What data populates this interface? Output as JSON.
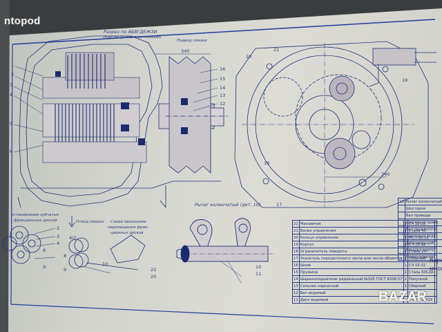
{
  "watermark": "ntopod",
  "logo": "BAZAR",
  "labels": {
    "section_title": "Разрез по АБВГДЕЖЗИ",
    "section_sub": "(картер условно не показан)",
    "oil_supply": "Подвод смазки",
    "dim_340_top": "340",
    "dim_340_right": "340",
    "lever_title": "Рычаг коленчатый (дет. 10)",
    "oil_drain": "Отвод смазки",
    "gear_title_1": "установления зубчатых",
    "gear_title_2": "фрикционных дисков",
    "mech_title_1": "Схема механизма",
    "mech_title_2": "перемещения фрик-",
    "mech_title_3": "ционных дисков",
    "right_side_1": "Вари",
    "right_side_2": "много"
  },
  "callouts": {
    "left": [
      "1",
      "2",
      "3",
      "4",
      "5",
      "6"
    ],
    "right": [
      "16",
      "15",
      "14",
      "13",
      "12"
    ],
    "bottom_a": [
      "2",
      "3",
      "4",
      "8",
      "9"
    ],
    "bottom_b": [
      "4/2",
      "9",
      "8",
      "10",
      "22",
      "20"
    ],
    "lever": [
      "10",
      "11"
    ],
    "other": [
      "20",
      "21",
      "19",
      "17",
      "18"
    ]
  },
  "parts_table": [
    [
      "22",
      "Маховичок",
      "1",
      "СЧ 12-28",
      ""
    ],
    [
      "21",
      "Валик управления",
      "1",
      "Сталь 45",
      ""
    ],
    [
      "20",
      "Кольцо управления",
      "1",
      "МСЧ 32-52",
      ""
    ],
    [
      "19",
      "Корпус",
      "1",
      "СЧ 15-32",
      ""
    ],
    [
      "18",
      "Ограничитель поворота",
      "1",
      "Сталь 20",
      ""
    ],
    [
      "17",
      "Указатель передаточного числа или числа оборотов",
      "1",
      "Сборный",
      ""
    ],
    [
      "16",
      "Шкив",
      "1",
      "СЧ 15-32",
      ""
    ],
    [
      "15",
      "Пружина",
      "1",
      "Сталь 60С2А",
      ""
    ],
    [
      "14",
      "Шарикоподшипник радиальный №320 ГОСТ 8338-57",
      "2",
      "Покупной",
      ""
    ],
    [
      "13",
      "Сальник каркасный",
      "1",
      "Сборный",
      ""
    ],
    [
      "12",
      "Вал ведомый",
      "1",
      "Сталь 45",
      ""
    ],
    [
      "11",
      "Диск ведомый",
      "1",
      "Сталь ШХ15",
      ""
    ]
  ],
  "side_table": [
    [
      "18",
      "Рычаг коленчатый"
    ],
    [
      "",
      "Шестерня"
    ],
    [
      "",
      "Вал привода"
    ],
    [
      "",
      "Шестерня приво"
    ],
    [
      "",
      "Вал передаточн"
    ],
    [
      "",
      "Шестерня ведо"
    ],
    [
      "",
      "Диск ведущий"
    ],
    [
      "",
      "Крышка карте"
    ],
    [
      "",
      "Наименование"
    ]
  ]
}
